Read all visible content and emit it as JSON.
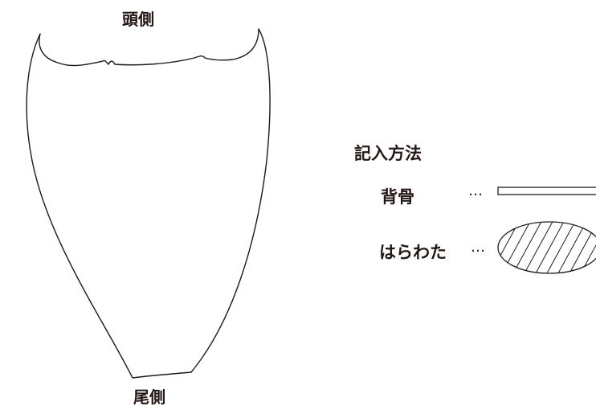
{
  "diagram": {
    "head_label": "頭側",
    "tail_label": "尾側"
  },
  "legend": {
    "title": "記入方法",
    "spine_label": "背骨",
    "guts_label": "はらわた",
    "dots": "…"
  },
  "colors": {
    "stroke": "#231815",
    "background": "#ffffff"
  }
}
